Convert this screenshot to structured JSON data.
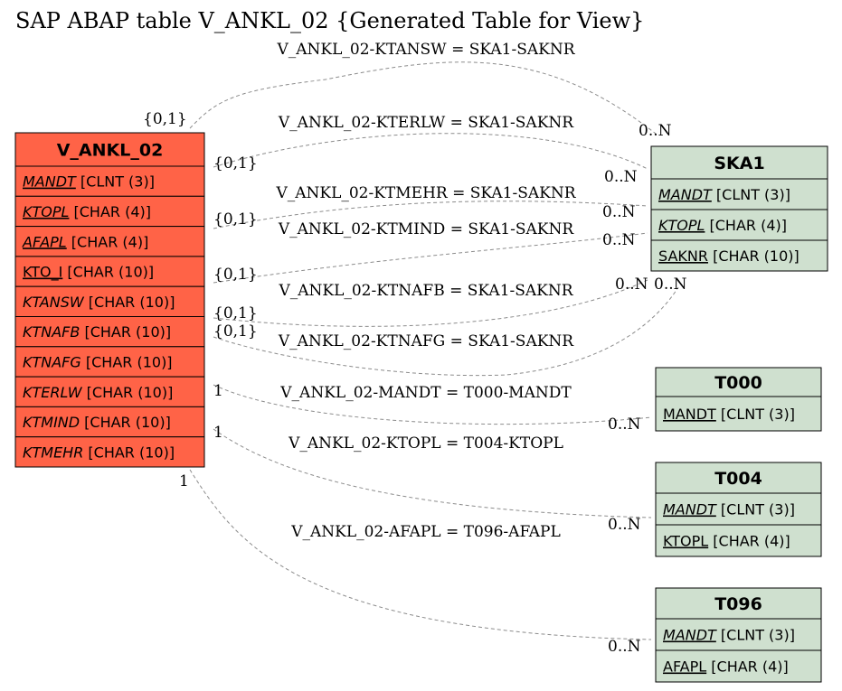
{
  "title": "SAP ABAP table V_ANKL_02 {Generated Table for View}",
  "colors": {
    "main_table_fill": "#ff6347",
    "ref_table_fill": "#cfe0cf",
    "border": "#000000",
    "relation_line": "#8c8c8c"
  },
  "tables": {
    "main": {
      "name": "V_ANKL_02",
      "fields": [
        {
          "name": "MANDT",
          "type": " [CLNT (3)]",
          "key": true,
          "italic": true
        },
        {
          "name": "KTOPL",
          "type": " [CHAR (4)]",
          "key": true,
          "italic": true
        },
        {
          "name": "AFAPL",
          "type": " [CHAR (4)]",
          "key": true,
          "italic": true
        },
        {
          "name": "KTO_I",
          "type": " [CHAR (10)]",
          "key": true,
          "italic": false
        },
        {
          "name": "KTANSW",
          "type": " [CHAR (10)]",
          "key": false,
          "italic": true
        },
        {
          "name": "KTNAFB",
          "type": " [CHAR (10)]",
          "key": false,
          "italic": true
        },
        {
          "name": "KTNAFG",
          "type": " [CHAR (10)]",
          "key": false,
          "italic": true
        },
        {
          "name": "KTERLW",
          "type": " [CHAR (10)]",
          "key": false,
          "italic": true
        },
        {
          "name": "KTMIND",
          "type": " [CHAR (10)]",
          "key": false,
          "italic": true
        },
        {
          "name": "KTMEHR",
          "type": " [CHAR (10)]",
          "key": false,
          "italic": true
        }
      ]
    },
    "ska1": {
      "name": "SKA1",
      "fields": [
        {
          "name": "MANDT",
          "type": " [CLNT (3)]",
          "key": true,
          "italic": true
        },
        {
          "name": "KTOPL",
          "type": " [CHAR (4)]",
          "key": true,
          "italic": true
        },
        {
          "name": "SAKNR",
          "type": " [CHAR (10)]",
          "key": true,
          "italic": false
        }
      ]
    },
    "t000": {
      "name": "T000",
      "fields": [
        {
          "name": "MANDT",
          "type": " [CLNT (3)]",
          "key": true,
          "italic": false
        }
      ]
    },
    "t004": {
      "name": "T004",
      "fields": [
        {
          "name": "MANDT",
          "type": " [CLNT (3)]",
          "key": true,
          "italic": true
        },
        {
          "name": "KTOPL",
          "type": " [CHAR (4)]",
          "key": true,
          "italic": false
        }
      ]
    },
    "t096": {
      "name": "T096",
      "fields": [
        {
          "name": "MANDT",
          "type": " [CLNT (3)]",
          "key": true,
          "italic": true
        },
        {
          "name": "AFAPL",
          "type": " [CHAR (4)]",
          "key": true,
          "italic": false
        }
      ]
    }
  },
  "relations": [
    {
      "label": "V_ANKL_02-KTANSW = SKA1-SAKNR",
      "source_card": "{0,1}",
      "target_card": "0..N"
    },
    {
      "label": "V_ANKL_02-KTERLW = SKA1-SAKNR",
      "source_card": "{0,1}",
      "target_card": "0..N"
    },
    {
      "label": "V_ANKL_02-KTMEHR = SKA1-SAKNR",
      "source_card": "{0,1}",
      "target_card": "0..N"
    },
    {
      "label": "V_ANKL_02-KTMIND = SKA1-SAKNR",
      "source_card": "{0,1}",
      "target_card": "0..N"
    },
    {
      "label": "V_ANKL_02-KTNAFB = SKA1-SAKNR",
      "source_card": "{0,1}",
      "target_card": "0..N"
    },
    {
      "label": "V_ANKL_02-KTNAFG = SKA1-SAKNR",
      "source_card": "{0,1}",
      "target_card": "0..N"
    },
    {
      "label": "V_ANKL_02-MANDT = T000-MANDT",
      "source_card": "1",
      "target_card": "0..N"
    },
    {
      "label": "V_ANKL_02-KTOPL = T004-KTOPL",
      "source_card": "1",
      "target_card": "0..N"
    },
    {
      "label": "V_ANKL_02-AFAPL = T096-AFAPL",
      "source_card": "1",
      "target_card": "0..N"
    }
  ]
}
